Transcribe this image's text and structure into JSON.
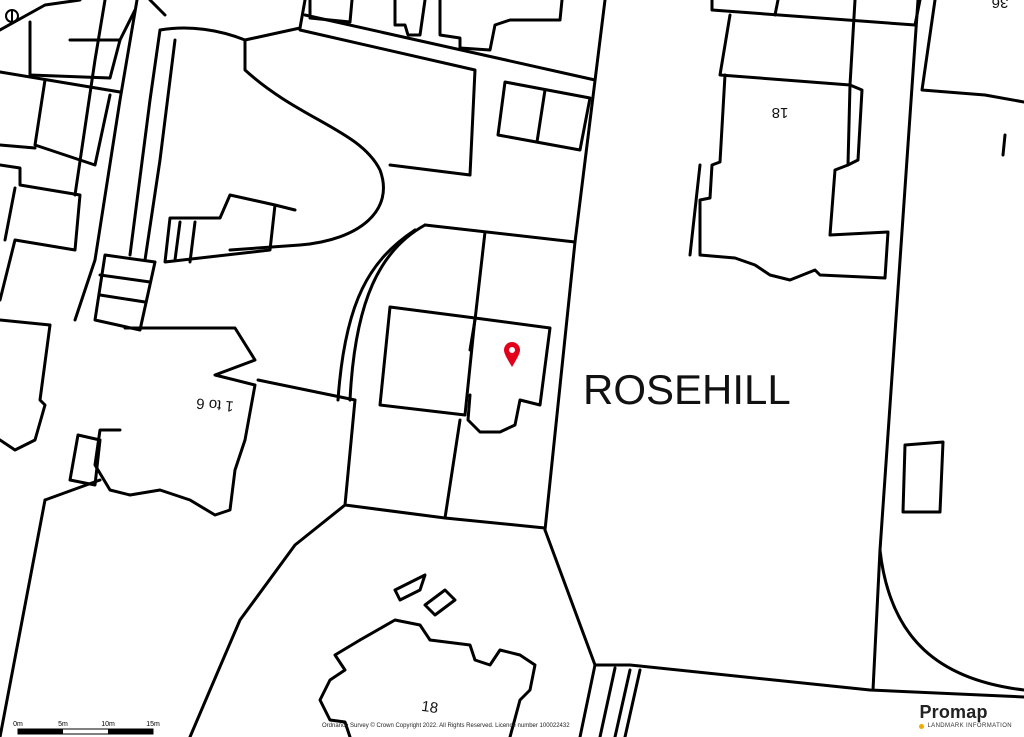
{
  "map": {
    "area_name": "ROSEHILL",
    "property_labels": {
      "top_right_18": "18",
      "left_1_to_6": "1 to 6",
      "bottom_18": "18",
      "top_corner_cut": "36"
    },
    "marker": {
      "type": "map-pin-icon",
      "color": "#e3001b"
    }
  },
  "scale_bar": {
    "ticks": [
      "0m",
      "5m",
      "10m",
      "15m"
    ]
  },
  "copyright": "Ordnance Survey © Crown Copyright 2022. All Rights Reserved. Licence number 100022432",
  "brand": {
    "name": "Promap",
    "tagline": "LANDMARK INFORMATION",
    "accent": "#f2a900"
  }
}
